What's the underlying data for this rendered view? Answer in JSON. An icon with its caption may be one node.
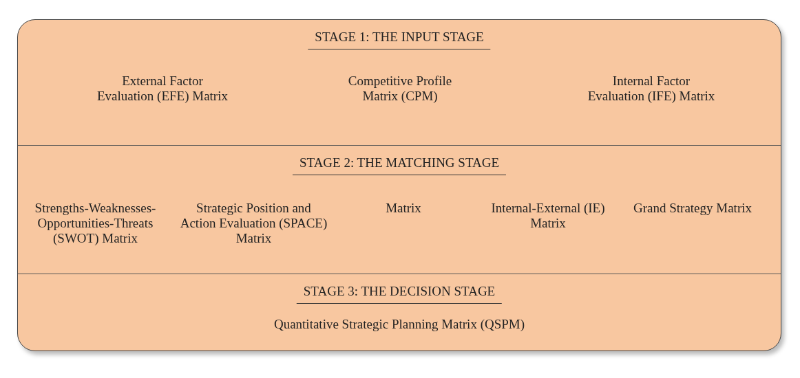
{
  "diagram": {
    "nodes": [
      {
        "text": [
          "STAGE 1: THE INPUT STAGE"
        ]
      },
      {
        "text": [
          "External Factor Evaluation (EFE) Matrix"
        ],
        "in": 0
      },
      {
        "text": [
          "Competitive Profile Matrix (CPM)"
        ],
        "in": 0
      },
      {
        "text": [
          "Internal Factor Evaluation (IFE) Matrix"
        ],
        "in": 0
      },
      {
        "text": [
          "STAGE 2: THE MATCHING STAGE"
        ]
      },
      {
        "text": [
          "Strengths-Weaknesses-Opportunities-Threats (SWOT) Matrix"
        ],
        "in": 4
      },
      {
        "text": [
          "Strategic Position and Action Evaluation (SPACE) Matrix"
        ],
        "in": 4
      },
      {
        "text": [
          "Matrix"
        ],
        "in": 4
      },
      {
        "text": [
          "Internal-External (IE) Matrix"
        ],
        "in": 4
      },
      {
        "text": [
          "Grand Strategy Matrix"
        ],
        "in": 4
      },
      {
        "text": [
          "STAGE 3: THE DECISION STAGE"
        ]
      },
      {
        "text": [
          "Quantitative Strategic Planning Matrix (QSPM)"
        ],
        "in": 10
      }
    ],
    "edges": []
  }
}
